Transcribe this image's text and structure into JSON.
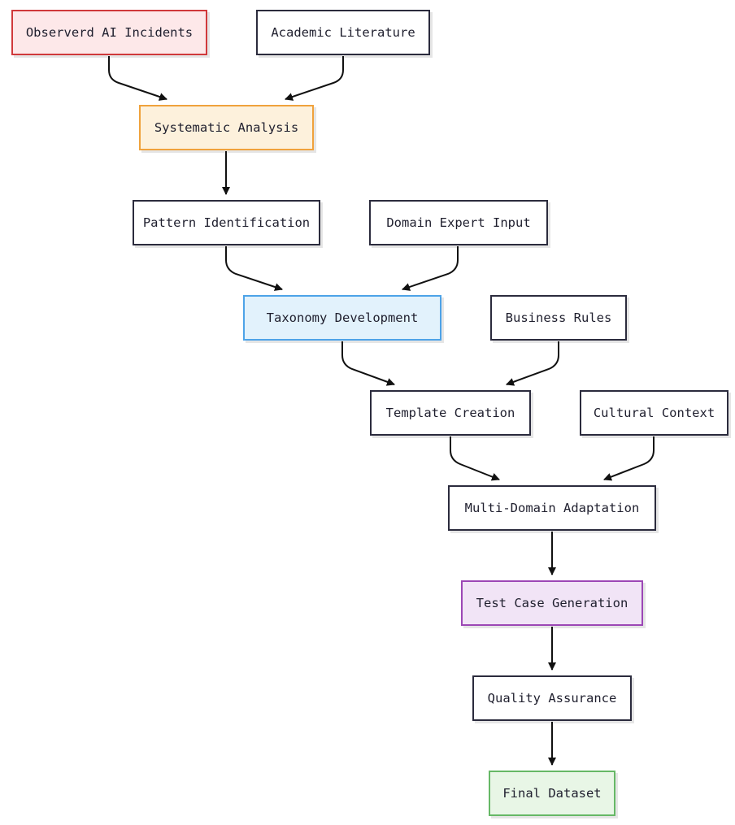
{
  "diagram": {
    "nodes": {
      "observed_incidents": {
        "label": "Observerd AI Incidents",
        "color": "#d0393b"
      },
      "academic_literature": {
        "label": "Academic Literature"
      },
      "systematic_analysis": {
        "label": "Systematic Analysis",
        "color": "#f0a23c"
      },
      "pattern_identification": {
        "label": "Pattern Identification"
      },
      "domain_expert_input": {
        "label": "Domain Expert Input"
      },
      "taxonomy_development": {
        "label": "Taxonomy Development",
        "color": "#4da3e8"
      },
      "business_rules": {
        "label": "Business Rules"
      },
      "template_creation": {
        "label": "Template Creation"
      },
      "cultural_context": {
        "label": "Cultural Context"
      },
      "multi_domain_adaptation": {
        "label": "Multi-Domain Adaptation"
      },
      "test_case_generation": {
        "label": "Test Case Generation",
        "color": "#9c47b5"
      },
      "quality_assurance": {
        "label": "Quality Assurance"
      },
      "final_dataset": {
        "label": "Final Dataset",
        "color": "#66b866"
      }
    },
    "edges": [
      [
        "observed_incidents",
        "systematic_analysis"
      ],
      [
        "academic_literature",
        "systematic_analysis"
      ],
      [
        "systematic_analysis",
        "pattern_identification"
      ],
      [
        "pattern_identification",
        "taxonomy_development"
      ],
      [
        "domain_expert_input",
        "taxonomy_development"
      ],
      [
        "taxonomy_development",
        "template_creation"
      ],
      [
        "business_rules",
        "template_creation"
      ],
      [
        "template_creation",
        "multi_domain_adaptation"
      ],
      [
        "cultural_context",
        "multi_domain_adaptation"
      ],
      [
        "multi_domain_adaptation",
        "test_case_generation"
      ],
      [
        "test_case_generation",
        "quality_assurance"
      ],
      [
        "quality_assurance",
        "final_dataset"
      ]
    ]
  }
}
